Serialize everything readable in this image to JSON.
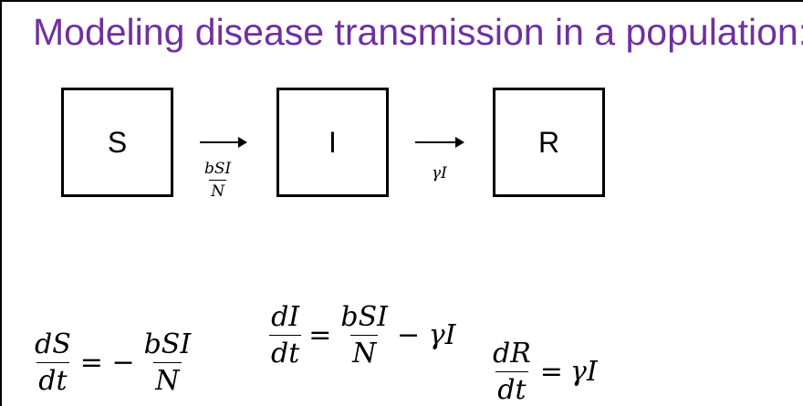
{
  "title": "Modeling disease transmission in a population:",
  "compartments": {
    "s": "S",
    "i": "I",
    "r": "R"
  },
  "rates": {
    "infection_num": "bSI",
    "infection_den": "N",
    "recovery": "γI"
  },
  "equations": {
    "s": {
      "num": "dS",
      "den": "dt",
      "op": "= −",
      "rhs_num": "bSI",
      "rhs_den": "N"
    },
    "i": {
      "num": "dI",
      "den": "dt",
      "op": "=",
      "rhs_num": "bSI",
      "rhs_den": "N",
      "tail": "− γI"
    },
    "r": {
      "num": "dR",
      "den": "dt",
      "op": "=",
      "tail": "γI"
    }
  },
  "colors": {
    "title": "#7030a0",
    "ink": "#000000",
    "background": "#ffffff"
  }
}
